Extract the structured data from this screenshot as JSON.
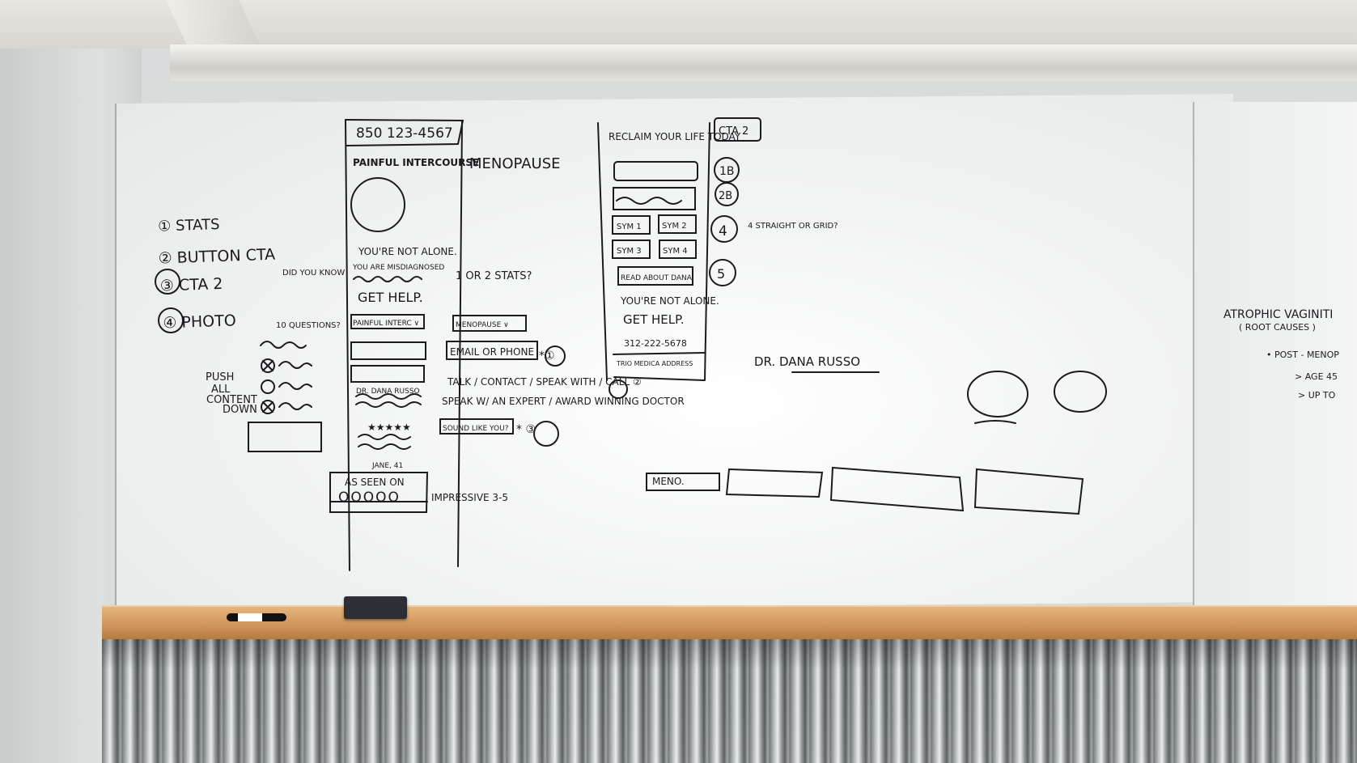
{
  "scene": {
    "description_free": true,
    "ink_color": "#1b1b1f",
    "board_color": "#f3f4f4"
  },
  "left_list": {
    "items": [
      "① STATS",
      "② BUTTON CTA",
      "③ CTA 2",
      "④ PHOTO"
    ],
    "did_you_know": "DID YOU KNOW",
    "questions": "10 QUESTIONS?",
    "push_note": [
      "PUSH",
      "ALL",
      "CONTENT",
      "DOWN"
    ]
  },
  "phone1": {
    "header": "850 123-4567",
    "headline": "PAINFUL INTERCOURSE",
    "not_alone": "YOU'RE NOT ALONE.",
    "misdiagnosed": "YOU ARE MISDIAGNOSED",
    "get_help": "GET HELP.",
    "dropdown": "PAINFUL INTERC ∨",
    "doctor": "DR. DANA RUSSO",
    "stars": "★★★★★",
    "signature": "JANE, 41",
    "as_seen_on": "AS SEEN ON",
    "logos": "OOOOO"
  },
  "middle_notes": {
    "menopause": "MENOPAUSE",
    "stats": "1 OR 2 STATS?",
    "dropdown": "MENOPAUSE ∨",
    "email": "EMAIL OR PHONE",
    "email_mark": "*①",
    "talk": "TALK / CONTACT / SPEAK WITH / CALL ②",
    "speak": "SPEAK W/ AN EXPERT / AWARD WINNING DOCTOR",
    "sound": "SOUND LIKE YOU?",
    "sound_mark": "* ③",
    "impressive": "IMPRESSIVE 3-5"
  },
  "phone2": {
    "headline": "RECLAIM YOUR LIFE TODAY",
    "sym1": "SYM 1",
    "sym2": "SYM 2",
    "sym3": "SYM 3",
    "sym4": "SYM 4",
    "read_about": "READ ABOUT DANA",
    "not_alone": "YOU'RE NOT ALONE.",
    "get_help": "GET HELP.",
    "phone": "312-222-5678",
    "footer": "TRIO MEDICA ADDRESS"
  },
  "right_notes": {
    "cta2": "CTA 2",
    "n1b": "1B",
    "n2b": "2B",
    "n4": "4",
    "n5": "5",
    "straight": "4 STRAIGHT OR GRID?",
    "doctor": "DR. DANA RUSSO",
    "meno": "MENO."
  },
  "far_right": {
    "title": "ATROPHIC VAGINITI",
    "sub": "( ROOT CAUSES )",
    "b1": "• POST - MENOP",
    "b2": "> AGE 45",
    "b3": "> UP TO"
  }
}
